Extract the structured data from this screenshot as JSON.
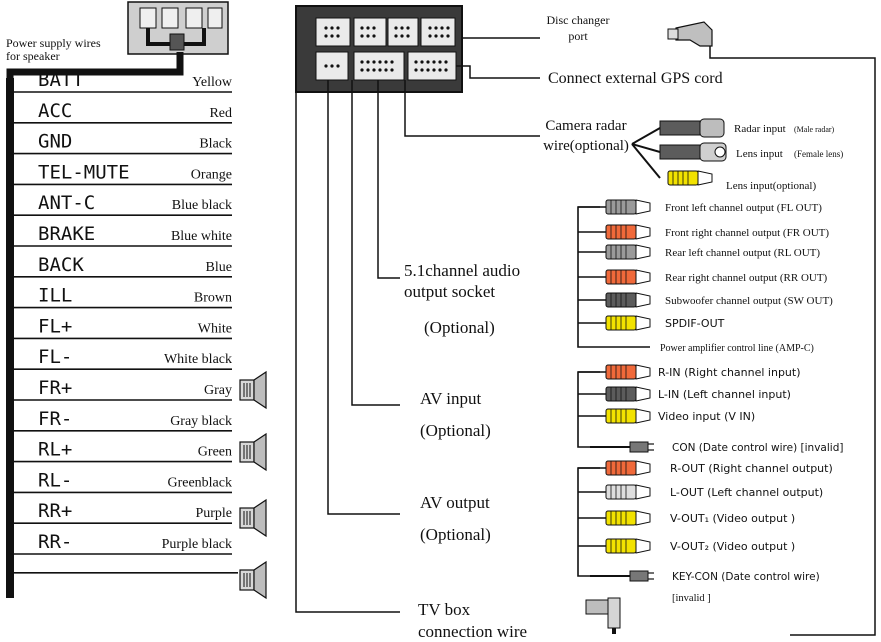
{
  "power": {
    "title_line1": "Power supply wires",
    "title_line2": "for speaker",
    "wires": [
      {
        "code": "BATT",
        "color": "Yellow"
      },
      {
        "code": "ACC",
        "color": "Red"
      },
      {
        "code": "GND",
        "color": "Black"
      },
      {
        "code": "TEL-MUTE",
        "color": "Orange"
      },
      {
        "code": "ANT-C",
        "color": "Blue black"
      },
      {
        "code": "BRAKE",
        "color": "Blue white"
      },
      {
        "code": "BACK",
        "color": "Blue"
      },
      {
        "code": "ILL",
        "color": "Brown"
      },
      {
        "code": "FL+",
        "color": "White"
      },
      {
        "code": "FL-",
        "color": "White black"
      },
      {
        "code": "FR+",
        "color": "Gray"
      },
      {
        "code": "FR-",
        "color": "Gray black"
      },
      {
        "code": "RL+",
        "color": "Green"
      },
      {
        "code": "RL-",
        "color": "Greenblack"
      },
      {
        "code": "RR+",
        "color": "Purple"
      },
      {
        "code": "RR-",
        "color": "Purple black"
      }
    ]
  },
  "top": {
    "disc_line1": "Disc changer",
    "disc_line2": "port",
    "gps": "Connect external GPS cord"
  },
  "camera": {
    "label_line1": "Camera radar",
    "label_line2": "wire(optional)",
    "radar_a": "Radar input",
    "radar_b": "(Male radar)",
    "lens_a": "Lens input",
    "lens_b": "(Female lens)",
    "lens_opt": "Lens input(optional)"
  },
  "audio51": {
    "label_line1": "5.1channel audio",
    "label_line2": "output socket",
    "optional": "(Optional)",
    "outputs": [
      "Front left channel output (FL OUT)",
      "Front right channel output (FR OUT)",
      "Rear left channel output (RL OUT)",
      "Rear right channel output (RR OUT)",
      "Subwoofer channel output (SW OUT)",
      "SPDIF-OUT"
    ],
    "amp": "Power amplifier control line (AMP-C)"
  },
  "av_input": {
    "label": "AV input",
    "optional": "(Optional)",
    "items": [
      "R-IN (Right channel input)",
      "L-IN (Left channel input)",
      "Video input (V IN)"
    ],
    "con": "CON (Date control wire) [invalid]"
  },
  "av_output": {
    "label": "AV output",
    "optional": "(Optional)",
    "items": [
      "R-OUT (Right channel output)",
      "L-OUT (Left channel output)",
      "V-OUT₁ (Video output )",
      "V-OUT₂ (Video output )"
    ],
    "keycon": "KEY-CON (Date control wire)",
    "keycon_note": "[invalid ]"
  },
  "tv": {
    "label_line1": "TV  box",
    "label_line2": "connection wire"
  },
  "colors": {
    "wire": "#111111",
    "yellow": "#f2e200",
    "red": "#f0693a",
    "gray": "#9a9a9a",
    "white": "#dedede",
    "dark": "#5c5c5c",
    "housing": "#3a3a3a"
  }
}
